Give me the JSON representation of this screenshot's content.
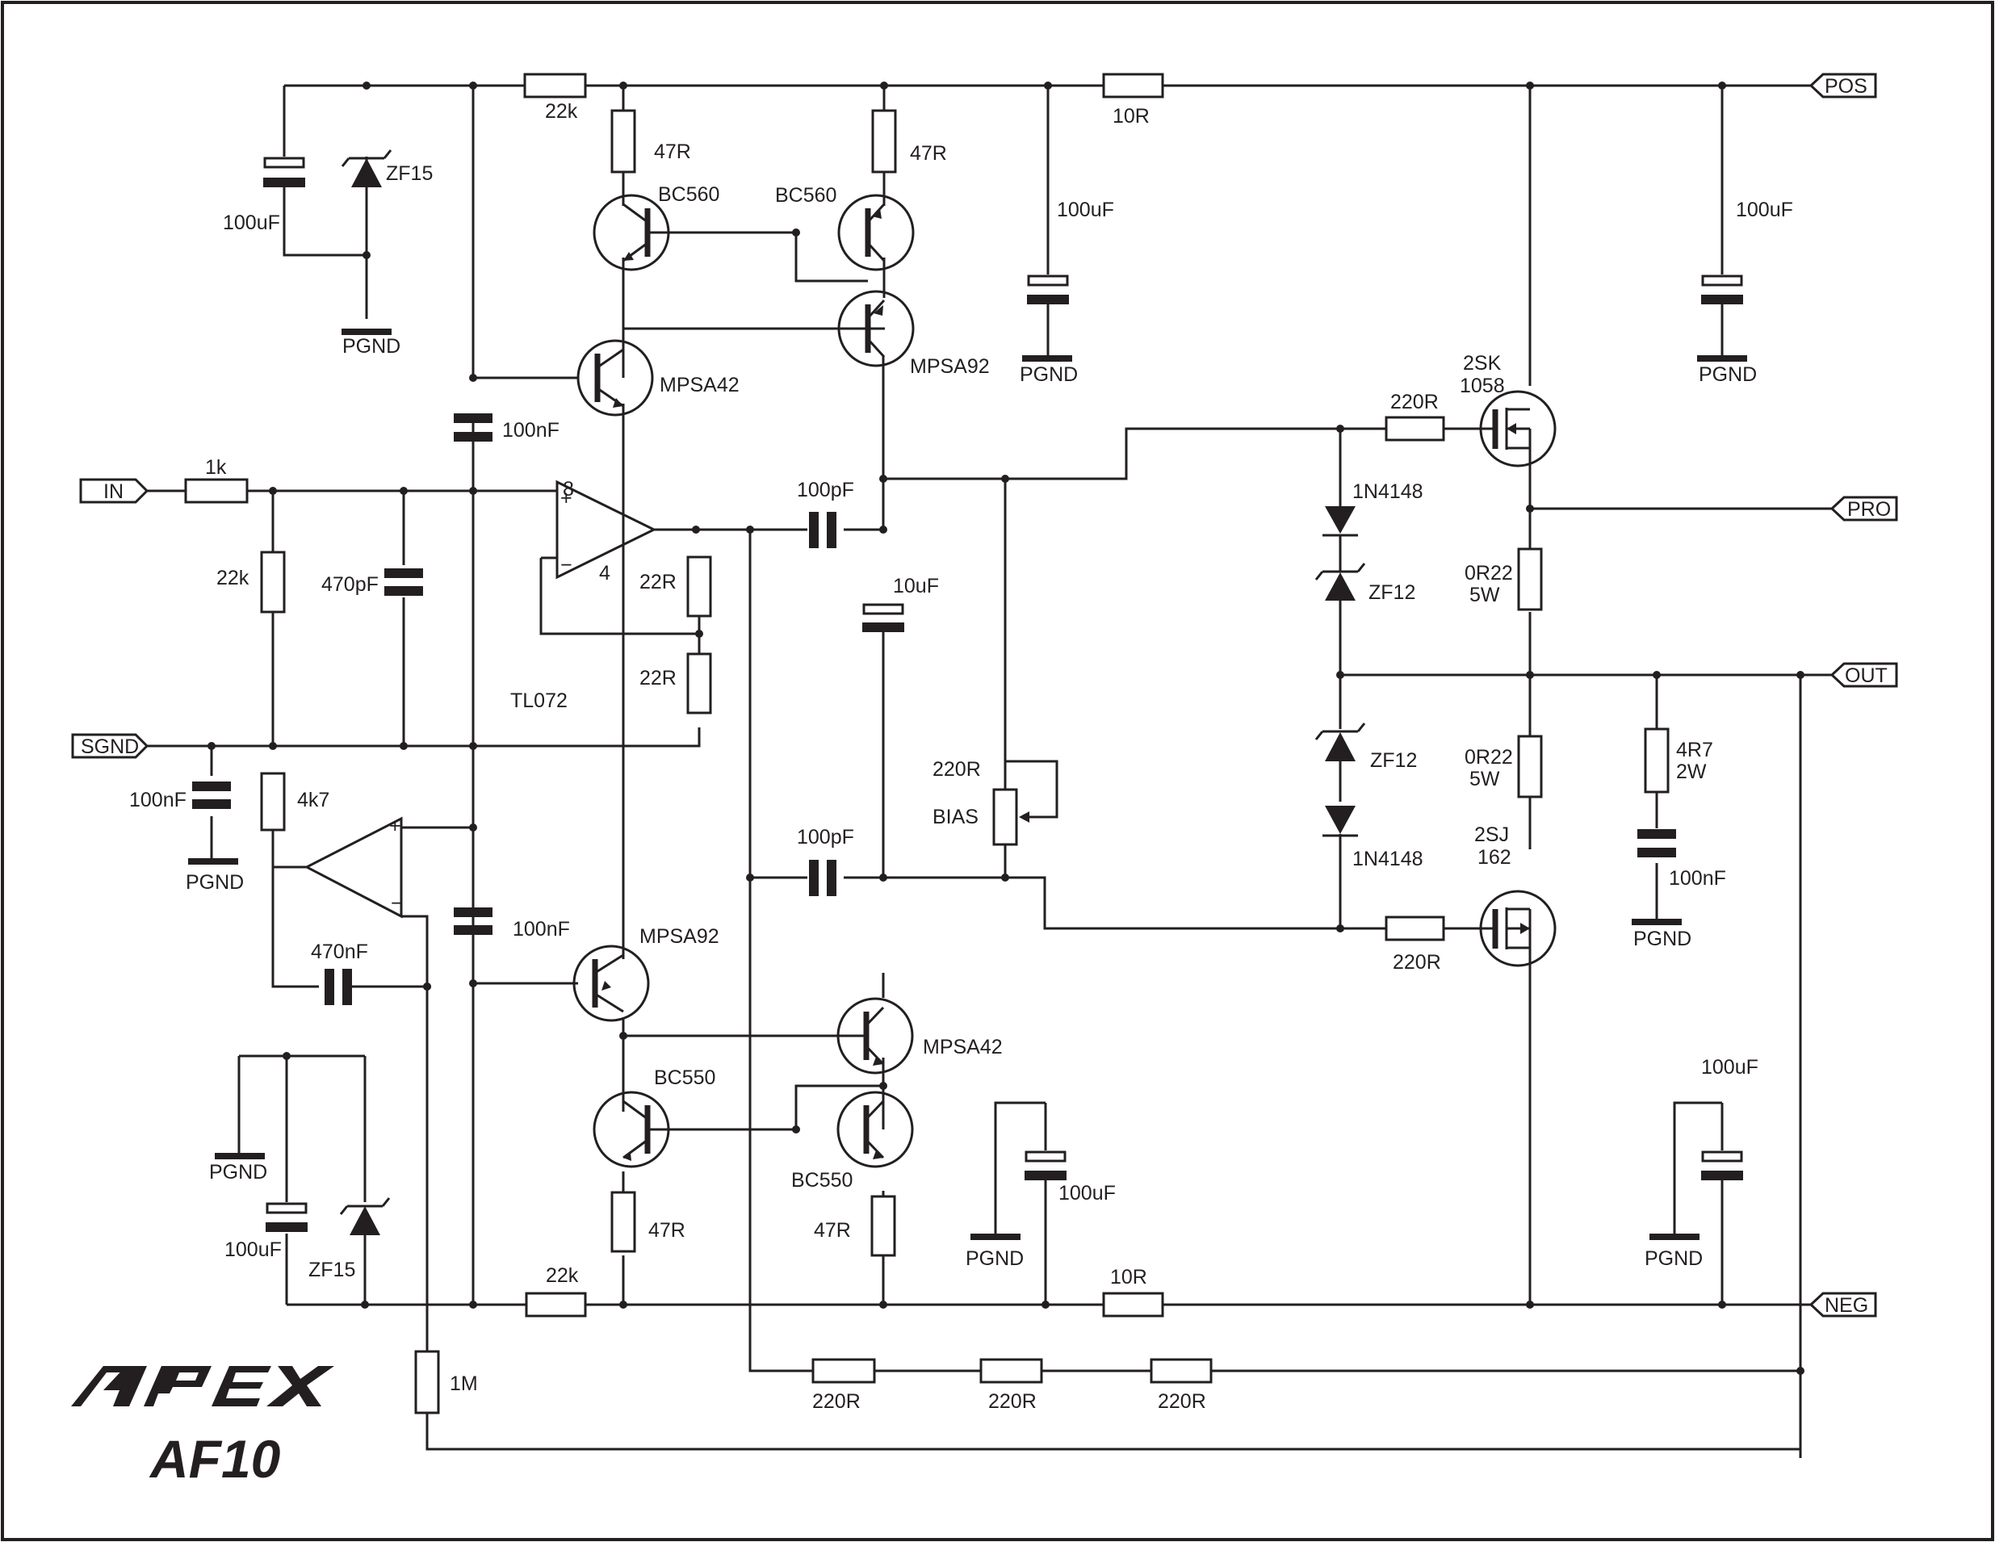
{
  "ports": {
    "pos": "POS",
    "pro": "PRO",
    "out": "OUT",
    "neg": "NEG",
    "in": "IN",
    "sgnd": "SGND"
  },
  "brand": {
    "logo_text": "APEX",
    "model": "AF10"
  },
  "labels": {
    "r_22k": "22k",
    "r_47r": "47R",
    "r_10r": "10R",
    "r_1k": "1k",
    "r_4k7": "4k7",
    "r_220r": "220R",
    "r_22r": "22R",
    "r_0r22": "0R22",
    "r_5w": "5W",
    "r_4r7": "4R7",
    "r_2w": "2W",
    "r_1m": "1M",
    "c_100uf": "100uF",
    "c_100nf": "100nF",
    "c_470pf": "470pF",
    "c_470nf": "470nF",
    "c_100pf": "100pF",
    "c_10uf": "10uF",
    "zf15": "ZF15",
    "zf12": "ZF12",
    "d_1n4148": "1N4148",
    "bc560": "BC560",
    "bc550": "BC550",
    "mpsa42": "MPSA42",
    "mpsa92": "MPSA92",
    "q_2sk": "2SK",
    "q_1058": "1058",
    "q_2sj": "2SJ",
    "q_162": "162",
    "pgnd": "PGND",
    "tl072": "TL072",
    "bias": "BIAS",
    "pin8": "8",
    "pin4": "4",
    "plus": "+",
    "minus": "−"
  },
  "colors": {
    "ink": "#231f20",
    "background": "#ffffff"
  }
}
